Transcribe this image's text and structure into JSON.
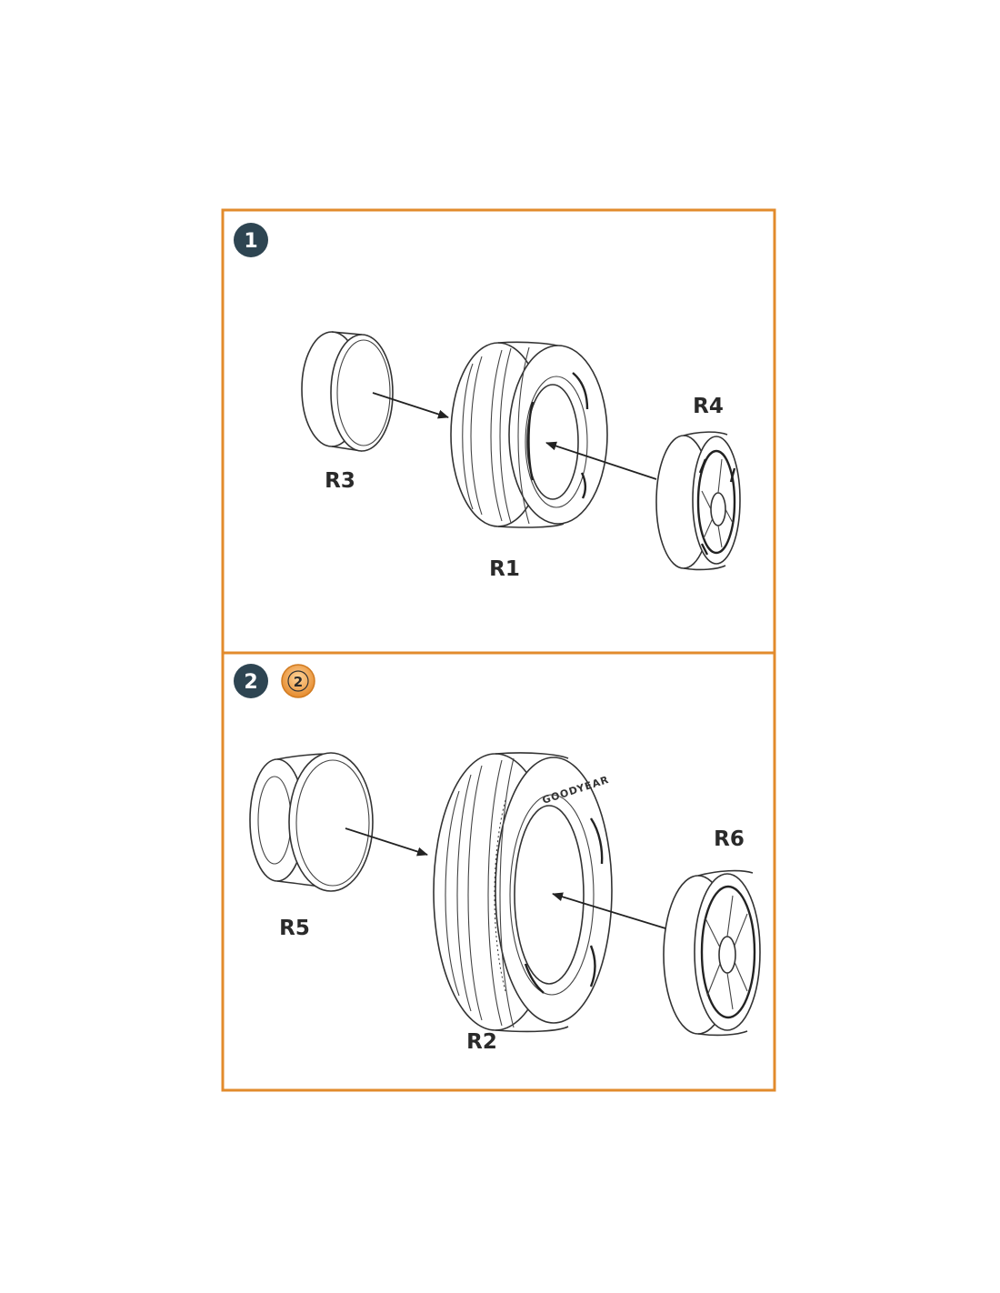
{
  "colors": {
    "frame": "#e28b2c",
    "step_badge": "#2e4552",
    "option_badge": "#f0a040",
    "line": "#333333"
  },
  "steps": [
    {
      "number": "1",
      "parts": {
        "hub_cap": "R3",
        "tyre": "R1",
        "wheel_hub": "R4"
      }
    },
    {
      "number": "2",
      "option_badge": "2",
      "parts": {
        "hub_cap": "R5",
        "tyre": "R2",
        "wheel_hub": "R6"
      },
      "tyre_sidewall_text": "GOODYEAR"
    }
  ],
  "icons": [
    "step-number-badge",
    "option-number-badge",
    "assembly-arrow-icon"
  ]
}
